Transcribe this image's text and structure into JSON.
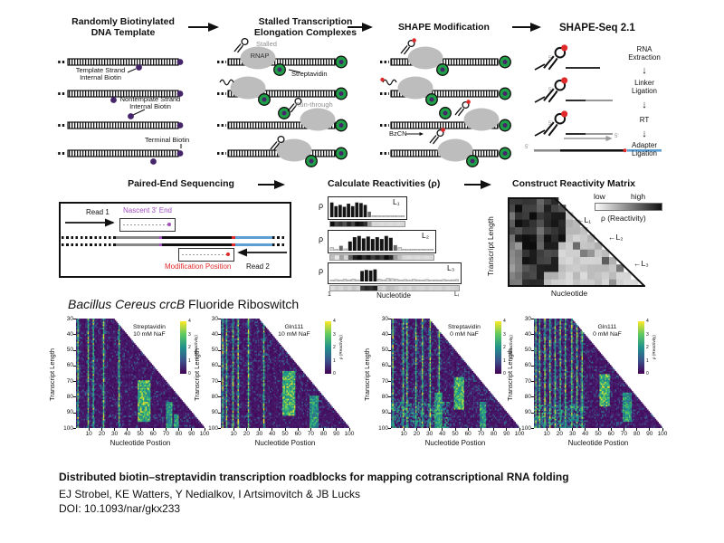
{
  "flow": {
    "step1": {
      "title": "Randomly Biotinylated\nDNA Template",
      "template_biotin": "Template Strand\nInternal Biotin",
      "nontemplate_biotin": "Nontemplate Strand\nInternal Biotin",
      "terminal_biotin": "Terminal Biotin"
    },
    "step2": {
      "title": "Stalled Transcription\nElongation Complexes",
      "stalled": "Stalled",
      "rnap": "RNAP",
      "streptavidin": "Streptavidin",
      "run_through": "Run-through"
    },
    "step3": {
      "title": "SHAPE Modification",
      "bzcn": "BzCN"
    },
    "step4": {
      "title": "SHAPE-Seq 2.1",
      "five_prime": "5'",
      "steps": [
        "RNA\nExtraction",
        "Linker\nLigation",
        "RT",
        "Adapter\nLigation"
      ]
    },
    "step5": {
      "title": "Paired-End Sequencing",
      "read1": "Read 1",
      "read2": "Read 2",
      "nascent": "Nascent 3' End",
      "modification": "Modification Position"
    },
    "step6": {
      "title": "Calculate Reactivities (ρ)",
      "rho": "ρ",
      "x_first": "1",
      "x_last": "Lᵢ",
      "xlabel": "Nucleotide",
      "lengths": [
        "L₁",
        "L₂",
        "L₃"
      ]
    },
    "step7": {
      "title": "Construct Reactivity Matrix",
      "low": "low",
      "high": "high",
      "legend": "ρ (Reactivity)",
      "ylabel": "Transcript Length",
      "xlabel": "Nucleotide",
      "annotations": [
        "←L₁",
        "←L₂",
        "←L₃"
      ]
    }
  },
  "results_heading": {
    "italic": "Bacillus Cereus crcB",
    "rest": " Fluoride Riboswitch"
  },
  "chart_data": {
    "reactivity_profiles": {
      "type": "bar",
      "ylabel": "ρ",
      "xlabel": "Nucleotide",
      "x_first": "1",
      "x_last": "Lᵢ",
      "series": [
        {
          "name": "L₁",
          "values": [
            2.4,
            1.8,
            2.0,
            1.7,
            2.2,
            1.8,
            2.4,
            2.3,
            2.0,
            0.9,
            0.25,
            0.25,
            0.2,
            0.25,
            0.2,
            0.25,
            0.2,
            0.25
          ]
        },
        {
          "name": "L₂",
          "values": [
            0.5,
            0.1,
            0.8,
            0.3,
            1.5,
            2.2,
            2.4,
            2.0,
            2.3,
            1.9,
            2.2,
            1.9,
            2.4,
            2.1,
            0.9,
            0.5,
            0.25,
            0.2,
            0.25,
            0.2,
            0.25,
            0.2,
            0.25
          ]
        },
        {
          "name": "L₃",
          "values": [
            0.2,
            0.35,
            0.25,
            0.4,
            0.3,
            0.45,
            0.3,
            1.9,
            2.1,
            2.0,
            2.2,
            0.4,
            0.3,
            0.55,
            0.5,
            0.4,
            0.25,
            0.35,
            0.25,
            0.4,
            0.3,
            0.25,
            0.35,
            0.25,
            0.3,
            0.25,
            0.35,
            0.25,
            0.3,
            0.35
          ]
        }
      ]
    },
    "result_heatmaps": {
      "type": "heatmap",
      "xlabel": "Nucleotide Postion",
      "ylabel": "Transcript Length",
      "x_ticks": [
        10,
        20,
        30,
        40,
        50,
        60,
        70,
        80,
        90,
        100
      ],
      "y_ticks": [
        30,
        40,
        50,
        60,
        70,
        80,
        90,
        100
      ],
      "x_range": [
        1,
        100
      ],
      "y_range": [
        30,
        100
      ],
      "value_range": [
        0,
        4
      ],
      "colorbar_label": "ρ (Reactivity)",
      "colorbar_ticks": [
        0,
        1,
        2,
        3,
        4
      ],
      "panels": [
        {
          "label": "Streptavidin\n10 mM NaF",
          "seed": 11,
          "hot_columns": [
            2,
            10,
            14,
            22,
            34
          ],
          "blob": [
            49,
            58,
            70,
            96
          ],
          "streaks": [
            [
              71,
              75,
              84,
              100
            ],
            [
              77,
              80,
              92,
              100
            ]
          ],
          "speckle": 0.12
        },
        {
          "label": "Gln111\n10 mM NaF",
          "seed": 22,
          "hot_columns": [
            2,
            5,
            10,
            14,
            22,
            34
          ],
          "blob": [
            49,
            58,
            64,
            92
          ],
          "streaks": [
            [
              70,
              76,
              80,
              100
            ]
          ],
          "speckle": 0.13
        },
        {
          "label": "Streptavidin\n0 mM NaF",
          "seed": 33,
          "hot_columns": [
            2,
            10,
            13,
            20,
            25,
            31,
            38
          ],
          "blob": [
            50,
            57,
            68,
            88
          ],
          "streaks": [
            [
              70,
              74,
              84,
              100
            ],
            [
              35,
              40,
              78,
              100
            ]
          ],
          "speckle": 0.2,
          "bottom_band": [
            84,
            100,
            1,
            45
          ]
        },
        {
          "label": "Gln111\n0 mM NaF",
          "seed": 44,
          "hot_columns": [
            2,
            5,
            9,
            13,
            17,
            21,
            25,
            30,
            34,
            38
          ],
          "blob": [
            52,
            59,
            66,
            86
          ],
          "streaks": [
            [
              70,
              76,
              78,
              96
            ]
          ],
          "speckle": 0.16,
          "bottom_band": [
            86,
            100,
            1,
            40
          ]
        }
      ]
    },
    "matrix_schematic": {
      "type": "heatmap",
      "seed": 7,
      "legend_low": "low",
      "legend_high": "high",
      "legend_label": "ρ (Reactivity)"
    }
  },
  "footer": {
    "title": "Distributed biotin–streptavidin transcription roadblocks for mapping cotranscriptional RNA folding",
    "authors": "EJ Strobel, KE Watters, Y Nedialkov, I Artsimovitch & JB Lucks",
    "doi": "DOI: 10.1093/nar/gkx233"
  },
  "icons": {
    "flow_arrow": "→",
    "down_arrow": "↓",
    "left_arrow": "←"
  },
  "colors": {
    "biotin_purple": "#46266b",
    "streptavidin_green": "#1fa047",
    "rnap_gray": "#bdbdbd",
    "shape_red": "#e02a2a",
    "adapter_blue": "#5b9fd4",
    "nascent_purple": "#a050c0"
  }
}
